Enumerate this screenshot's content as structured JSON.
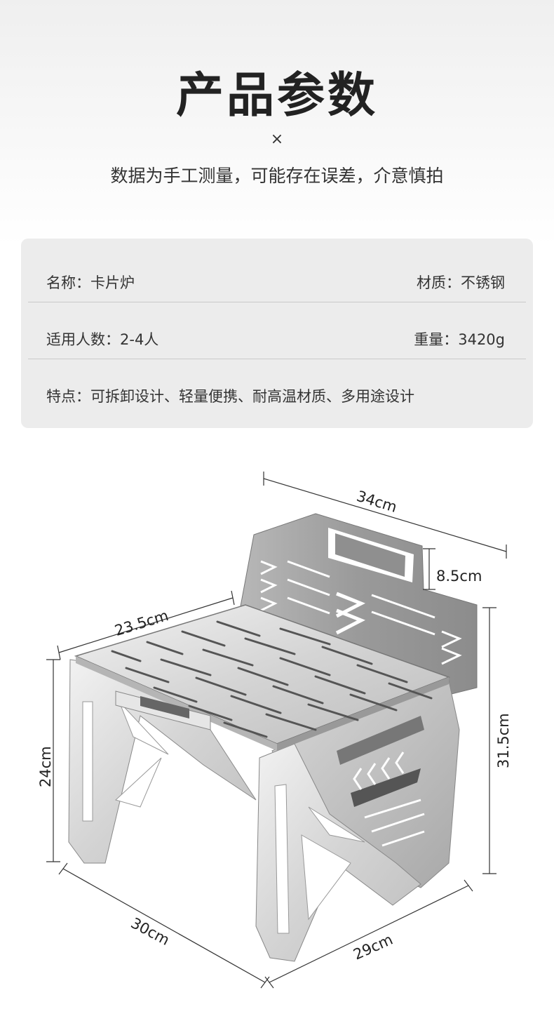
{
  "header": {
    "title": "产品参数",
    "times_symbol": "×",
    "subtitle": "数据为手工测量，可能存在误差，介意慎拍"
  },
  "specs": {
    "row1": {
      "left": "名称：卡片炉",
      "right": "材质：不锈钢"
    },
    "row2": {
      "left": "适用人数：2-4人",
      "right": "重量：3420g"
    },
    "row3": {
      "left": "特点：可拆卸设计、轻量便携、耐高温材质、多用途设计"
    }
  },
  "dimensions": {
    "width_top": "34cm",
    "handle_height": "8.5cm",
    "grill_depth": "23.5cm",
    "total_height": "31.5cm",
    "leg_height": "24cm",
    "base_left": "30cm",
    "base_right": "29cm"
  }
}
